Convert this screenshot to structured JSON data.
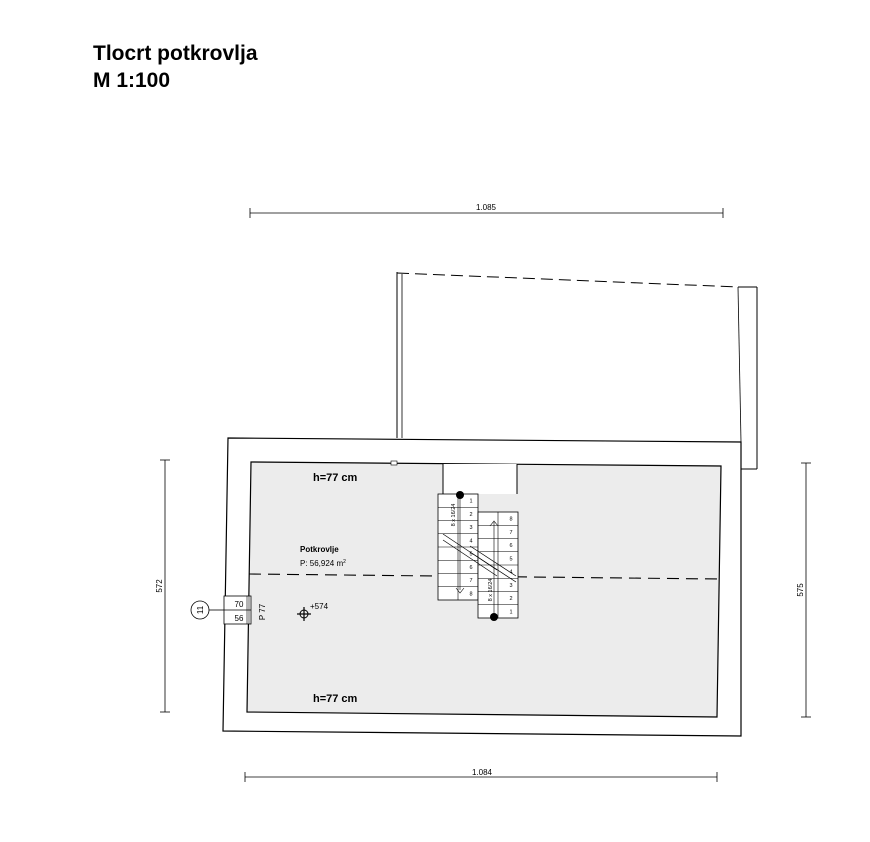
{
  "title": {
    "line1": "Tlocrt potkrovlja",
    "line2": "M 1:100"
  },
  "dimensions": {
    "top_width": "1.085",
    "bottom_width": "1.084",
    "left_height": "572",
    "right_height": "575"
  },
  "room": {
    "name": "Potkrovlje",
    "area_prefix": "P: 56,924 m",
    "area_unit_sup": "2",
    "height_top": "h=77 cm",
    "height_bottom": "h=77 cm",
    "level": "+574"
  },
  "opening": {
    "tag_number": "11",
    "width": "70",
    "height": "56",
    "parapet": "P 77"
  },
  "stairs": {
    "left_flight": [
      "1",
      "2",
      "3",
      "4",
      "5",
      "6",
      "7",
      "8"
    ],
    "right_flight": [
      "8",
      "7",
      "6",
      "5",
      "4",
      "3",
      "2",
      "1"
    ],
    "left_spec": "8 x 16/24",
    "right_spec": "8 x 16/24"
  },
  "colors": {
    "floor_fill": "#ececec",
    "line": "#000000"
  }
}
